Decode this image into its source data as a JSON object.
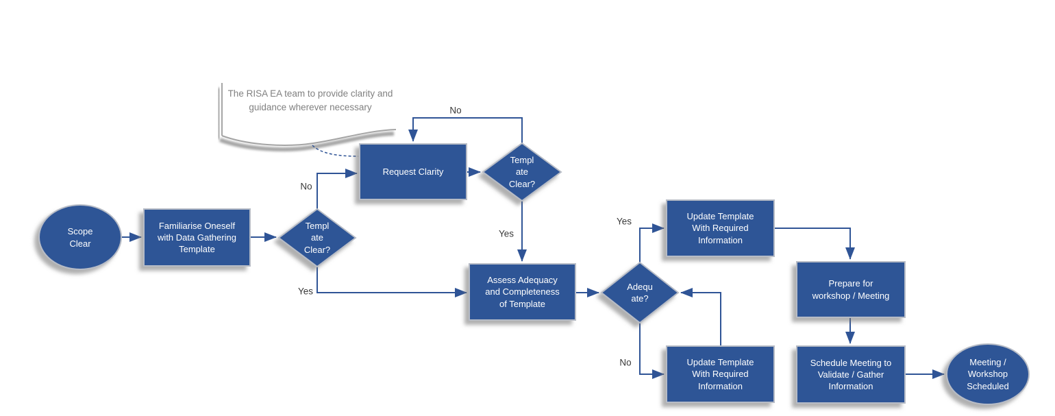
{
  "colors": {
    "background": "#FFFFFF",
    "shape_fill": "#2F5496",
    "shape_stroke": "#B7BCC6",
    "shape_text": "#FFFFFF",
    "connector": "#2F5496",
    "edge_label_text": "#3A3A3A",
    "note_text": "#808080"
  },
  "note": {
    "text": "The RISA EA team to provide clarity and guidance wherever necessary"
  },
  "edge_labels": {
    "yes": "Yes",
    "no": "No"
  },
  "nodes": {
    "start": {
      "type": "terminator",
      "label": "Scope\nClear"
    },
    "familiarise": {
      "type": "process",
      "label": "Familiarise Oneself\nwith Data Gathering\nTemplate"
    },
    "template_clear_1": {
      "type": "decision",
      "label": "Templ\nate\nClear?"
    },
    "request_clarity": {
      "type": "process",
      "label": "Request Clarity"
    },
    "template_clear_2": {
      "type": "decision",
      "label": "Templ\nate\nClear?"
    },
    "assess": {
      "type": "process",
      "label": "Assess Adequacy\nand Completeness\nof Template"
    },
    "adequate": {
      "type": "decision",
      "label": "Adequ\nate?"
    },
    "update_top": {
      "type": "process",
      "label": "Update Template\nWith Required\nInformation"
    },
    "prepare": {
      "type": "process",
      "label": "Prepare for\nworkshop / Meeting"
    },
    "update_bottom": {
      "type": "process",
      "label": "Update Template\nWith Required\nInformation"
    },
    "schedule": {
      "type": "process",
      "label": "Schedule Meeting to\nValidate / Gather\nInformation"
    },
    "end": {
      "type": "terminator",
      "label": "Meeting /\nWorkshop\nScheduled"
    }
  }
}
